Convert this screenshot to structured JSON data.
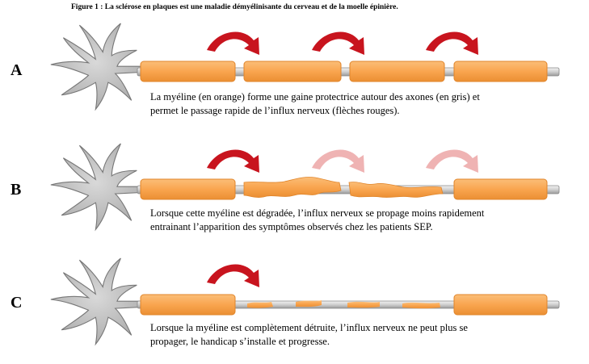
{
  "figure": {
    "title": "Figure 1 : La sclérose en plaques est une maladie démyélinisante  du cerveau et de la moelle épinière."
  },
  "panels": [
    {
      "letter": "A",
      "caption_line1": "La myéline  (en orange)  forme une gaine protectrice autour des axones (en gris) et",
      "caption_line2": "permet le  passage rapide de l’influx  nerveux  (flèches rouges).",
      "myelin_state": "intact",
      "signal_arrows": [
        "strong",
        "strong",
        "strong"
      ]
    },
    {
      "letter": "B",
      "caption_line1": "Lorsque cette myéline  est dégradée, l’influx  nerveux  se propage moins rapidement",
      "caption_line2": "entrainant  l’apparition  des symptômes observés chez les patients  SEP.",
      "myelin_state": "degraded",
      "signal_arrows": [
        "strong",
        "faded",
        "faded"
      ]
    },
    {
      "letter": "C",
      "caption_line1": "Lorsque la myéline  est complètement détruite, l’influx  nerveux  ne peut plus se",
      "caption_line2": "propager, le handicap s’installe  et progresse.",
      "myelin_state": "destroyed",
      "signal_arrows": [
        "strong"
      ]
    }
  ],
  "colors": {
    "myelin": "#F9A54F",
    "myelin_edge": "#E0852B",
    "axon": "#D0D0D0",
    "neuron": "#C8C8C8",
    "arrow": "#C8141E",
    "arrow_faded": "#EFB3B3"
  }
}
